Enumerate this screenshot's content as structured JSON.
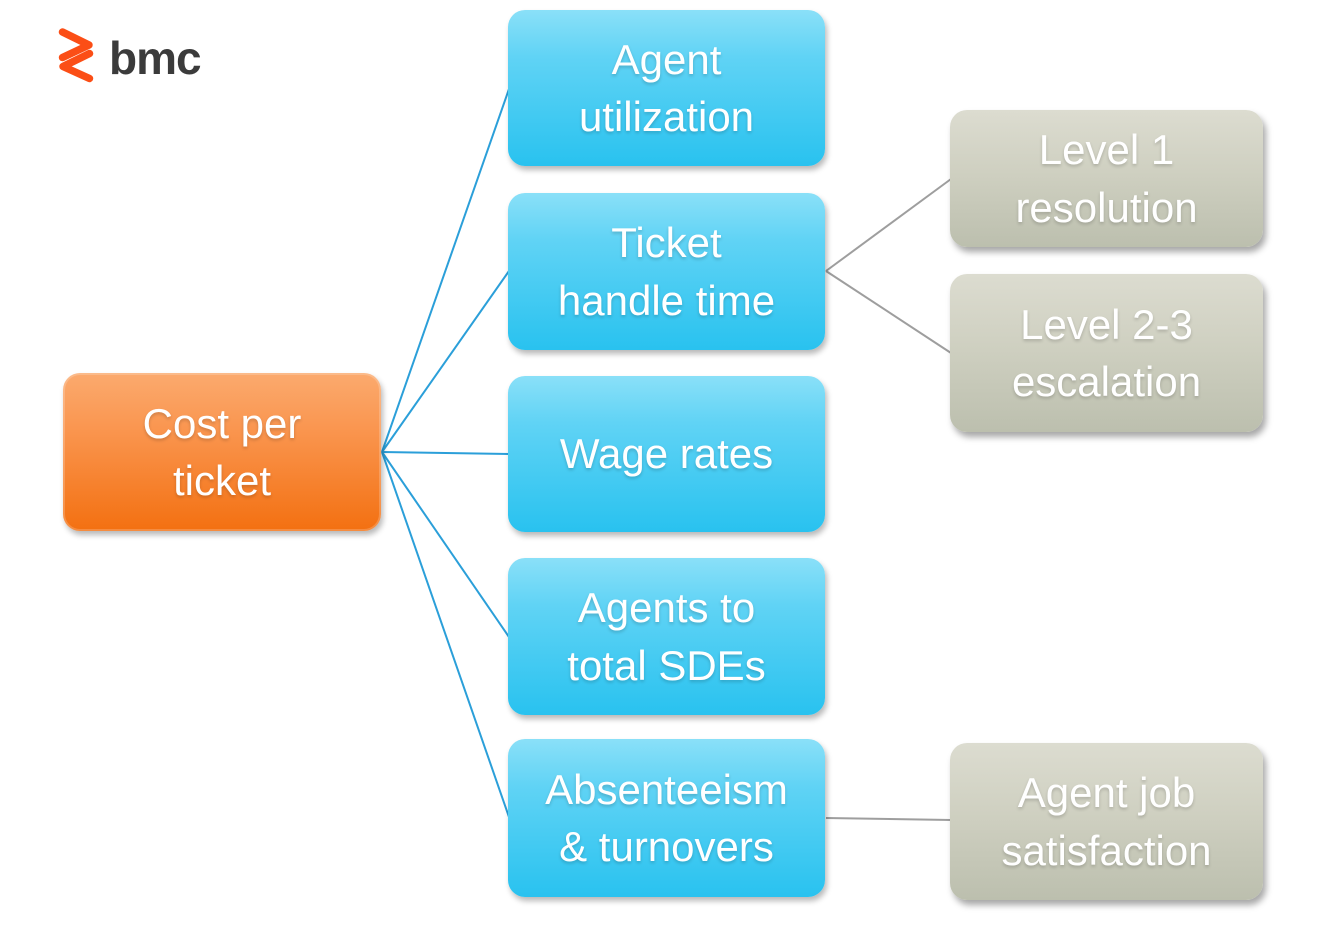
{
  "logo": {
    "brand_text": "bmc",
    "icon": "bmc-zigzag-icon",
    "icon_color": "#fb4e16",
    "text_color": "#3b3b3b"
  },
  "diagram": {
    "root": {
      "id": "cost-per-ticket",
      "label": "Cost per\nticket"
    },
    "children": [
      {
        "id": "agent-utilization",
        "label": "Agent\nutilization"
      },
      {
        "id": "ticket-handle-time",
        "label": "Ticket\nhandle time"
      },
      {
        "id": "wage-rates",
        "label": "Wage rates"
      },
      {
        "id": "agents-total-sdes",
        "label": "Agents to\ntotal SDEs"
      },
      {
        "id": "absenteeism",
        "label": "Absenteeism\n& turnovers"
      }
    ],
    "leaves": [
      {
        "id": "level1-resolution",
        "label": "Level 1\nresolution",
        "parent": "ticket-handle-time"
      },
      {
        "id": "level23-escalation",
        "label": "Level 2-3\nescalation",
        "parent": "ticket-handle-time"
      },
      {
        "id": "agent-job-satisfaction",
        "label": "Agent job\nsatisfaction",
        "parent": "absenteeism"
      }
    ],
    "colors": {
      "root_box_top": "#fbaa6e",
      "root_box_bottom": "#f37011",
      "child_box_top": "#8ae0f8",
      "child_box_bottom": "#29c2ef",
      "leaf_box_top": "#dcdcd0",
      "leaf_box_bottom": "#bcbfae",
      "root_edge": "#2b9fd9",
      "leaf_edge": "#9e9e9e",
      "text": "#ffffff"
    }
  }
}
